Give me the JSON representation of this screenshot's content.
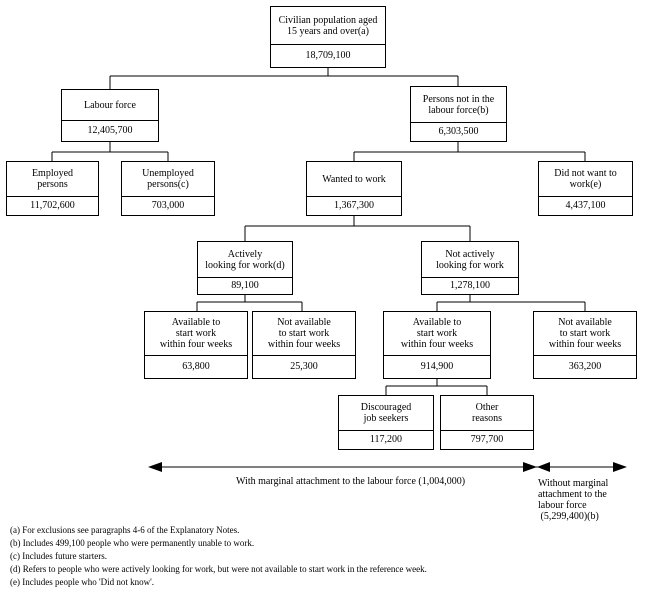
{
  "nodes": {
    "civilian": {
      "label": "Civilian population aged\n15 years and over(a)",
      "value": "18,709,100"
    },
    "labour_force": {
      "label": "Labour force",
      "value": "12,405,700"
    },
    "not_in_lf": {
      "label": "Persons not in the\nlabour force(b)",
      "value": "6,303,500"
    },
    "employed": {
      "label": "Employed\npersons",
      "value": "11,702,600"
    },
    "unemployed": {
      "label": "Unemployed\npersons(c)",
      "value": "703,000"
    },
    "wanted": {
      "label": "Wanted to work",
      "value": "1,367,300"
    },
    "did_not_want": {
      "label": "Did not want to\nwork(e)",
      "value": "4,437,100"
    },
    "actively": {
      "label": "Actively\nlooking for work(d)",
      "value": "89,100"
    },
    "not_actively": {
      "label": "Not actively\nlooking for work",
      "value": "1,278,100"
    },
    "act_available": {
      "label": "Available to\nstart work\nwithin four weeks",
      "value": "63,800"
    },
    "act_not_available": {
      "label": "Not available\nto start work\nwithin four weeks",
      "value": "25,300"
    },
    "na_available": {
      "label": "Available to\nstart work\nwithin four weeks",
      "value": "914,900"
    },
    "na_not_available": {
      "label": "Not available\nto start work\nwithin four weeks",
      "value": "363,200"
    },
    "discouraged": {
      "label": "Discouraged\njob seekers",
      "value": "117,200"
    },
    "other": {
      "label": "Other\nreasons",
      "value": "797,700"
    }
  },
  "marginal_label": "With marginal attachment to the labour force (1,004,000)",
  "without_marginal_label": "Without marginal\nattachment to the\nlabour force\n (5,299,400)(b)",
  "footnotes": [
    "(a) For exclusions see paragraphs 4-6 of the Explanatory Notes.",
    "(b) Includes 499,100 people who were permanently unable to work.",
    "(c) Includes future starters.",
    "(d) Refers to people who were actively looking for work, but were not available to start work in the reference week.",
    "(e) Includes people who 'Did not know'."
  ]
}
